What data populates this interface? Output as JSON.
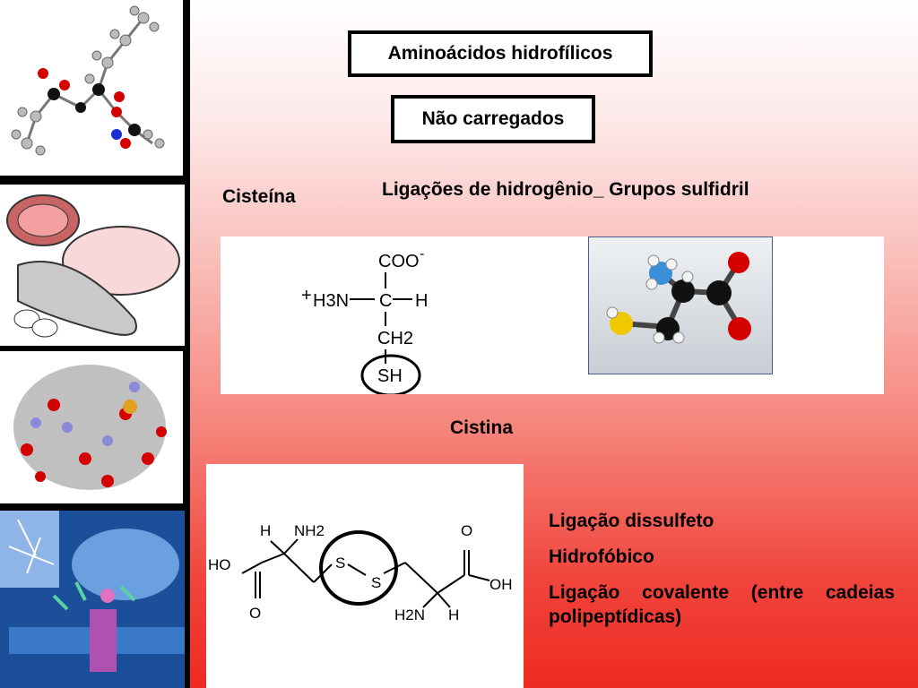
{
  "title_box": "Aminoácidos hidrofílicos",
  "subtitle_box": "Não carregados",
  "cysteine": {
    "label": "Cisteína",
    "heading": "Ligações de hidrogênio_ Grupos sulfidril",
    "formula": {
      "coo": "COO",
      "charge_minus": "-",
      "charge_plus": "+",
      "amine": "H3N",
      "c": "C",
      "h": "H",
      "ch2": "CH2",
      "sh": "SH"
    }
  },
  "cystine": {
    "label": "Cistina",
    "structure": {
      "h_left": "H",
      "nh2_top": "NH2",
      "ho": "HO",
      "o_left": "O",
      "s1": "S",
      "s2": "S",
      "o_right": "O",
      "oh": "OH",
      "h2n_bottom": "H2N",
      "h_right": "H"
    },
    "bullets": [
      "Ligação dissulfeto",
      "Hidrofóbico",
      "Ligação covalente (entre cadeias polipeptídicas)"
    ]
  },
  "colors": {
    "background_top": "#ffffff",
    "background_bottom": "#ee2a22",
    "oxygen": "#d40000",
    "nitrogen": "#2a6fd6",
    "sulfur": "#f0c800",
    "carbon": "#111111"
  }
}
